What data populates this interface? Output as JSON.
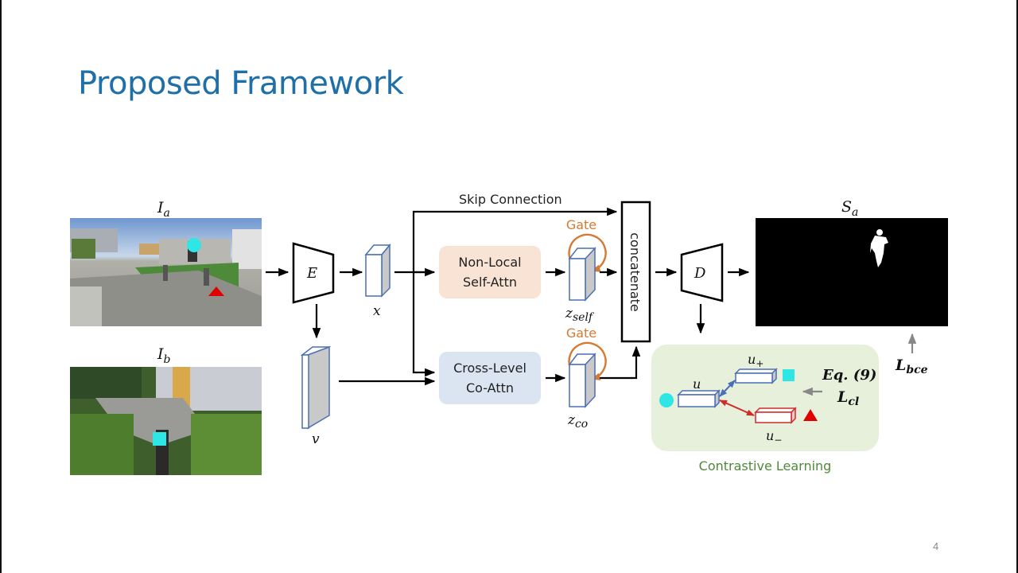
{
  "slide": {
    "title": "Proposed Framework",
    "page_number": "4"
  },
  "diagram": {
    "inputs": {
      "image_a_label": "I",
      "image_a_sub": "a",
      "image_b_label": "I",
      "image_b_sub": "b"
    },
    "encoder_label": "E",
    "decoder_label": "D",
    "features": {
      "x_label": "x",
      "v_label": "v",
      "z_self_label": "z",
      "z_self_sub": "self",
      "z_co_label": "z",
      "z_co_sub": "co"
    },
    "skip_connection_label": "Skip Connection",
    "self_attn": {
      "line1": "Non-Local",
      "line2": "Self-Attn",
      "color": "#f8e3d4"
    },
    "co_attn": {
      "line1": "Cross-Level",
      "line2": "Co-Attn",
      "color": "#dbe4f1"
    },
    "gate_label_1": "Gate",
    "gate_label_2": "Gate",
    "gate_color": "#d67a33",
    "concatenate_label": "concatenate",
    "output": {
      "label": "S",
      "sub": "a"
    },
    "losses": {
      "bce_label": "L",
      "bce_sub": "bce",
      "eq_label": "Eq. (9)",
      "cl_label": "L",
      "cl_sub": "cl"
    },
    "contrastive": {
      "title": "Contrastive Learning",
      "u_label": "u",
      "u_plus_label": "u",
      "u_plus_sub": "+",
      "u_minus_label": "u",
      "u_minus_sub": "−",
      "bg_color": "#e6f0da",
      "positive_color": "#4a6fb5",
      "negative_color": "#d12b2b"
    },
    "markers": {
      "anchor": "cyan-circle",
      "positive": "cyan-square",
      "negative": "red-triangle",
      "cyan": "#2ee6e6",
      "red": "#e00000"
    }
  }
}
